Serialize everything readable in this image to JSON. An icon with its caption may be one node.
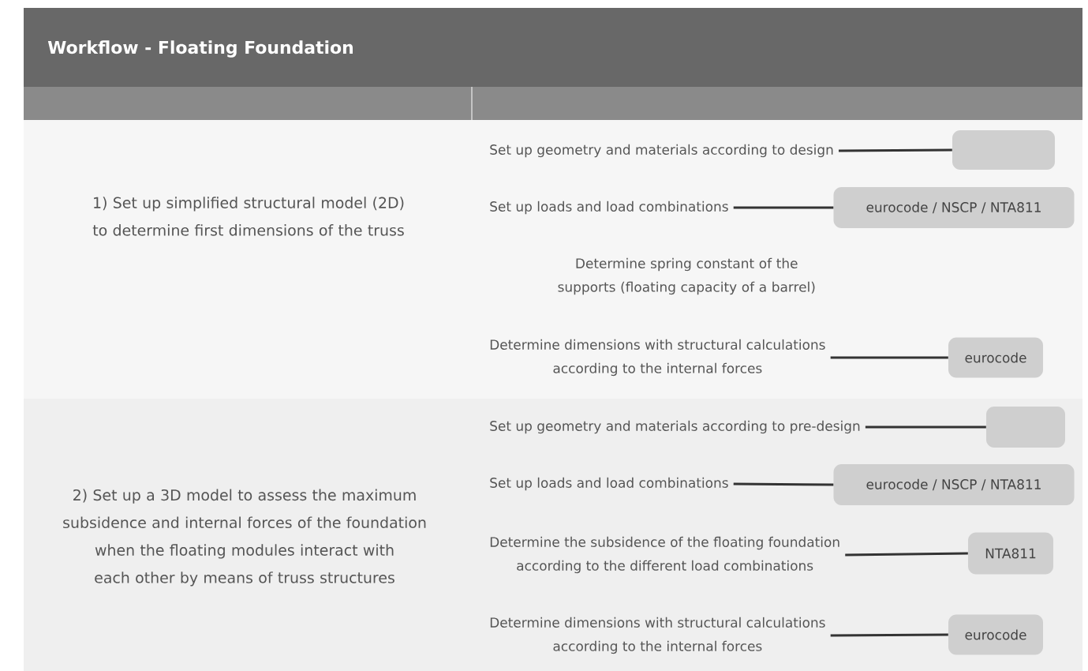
{
  "diagram": {
    "title": "Workflow - Floating Foundation",
    "nodes": [
      {
        "text": [
          "1) Set up simplified structural model (2D) to determine first dimensions of the truss"
        ]
      },
      {
        "text": [
          "Set up geometry and materials according to design"
        ],
        "in": 0
      },
      {
        "text": [],
        "shape": "box",
        "in": 0
      },
      {
        "text": [
          "Set up loads and load combinations"
        ],
        "in": 0
      },
      {
        "text": [
          "eurocode / NSCP / NTA811"
        ],
        "in": 0
      },
      {
        "text": [
          "Determine dimensions  with structural calculations according to the internal forces"
        ],
        "in": 0
      },
      {
        "text": [
          "eurocode"
        ],
        "in": 0
      },
      {
        "text": [
          "2) Set up a 3D model to assess the maximum subsidence and internal forces of the foundation when the floating modules interact with each other by means of truss structures"
        ]
      },
      {
        "text": [
          "Set up geometry and materials according to pre-design"
        ],
        "in": 7
      },
      {
        "text": [],
        "shape": "box",
        "in": 7
      },
      {
        "text": [
          "Set up loads and load combinations"
        ],
        "in": 7
      },
      {
        "text": [
          "eurocode / NSCP / NTA811"
        ],
        "in": 7
      },
      {
        "text": [
          "Determine the subsidence of the floating foundation according to the different load combinations"
        ],
        "in": 7
      },
      {
        "text": [
          "NTA811"
        ],
        "in": 7
      },
      {
        "text": [
          "Determine dimensions  with structural calculations according to the internal forces"
        ],
        "in": 7
      },
      {
        "text": [
          "eurocode"
        ],
        "in": 7
      }
    ],
    "edges": [
      {
        "from": 1,
        "to": 2,
        "arrow": "none"
      },
      {
        "from": 3,
        "to": 4,
        "arrow": "none"
      },
      {
        "from": 5,
        "to": 6,
        "arrow": "none"
      },
      {
        "from": 8,
        "to": 9,
        "arrow": "none"
      },
      {
        "from": 10,
        "to": 11,
        "arrow": "none"
      },
      {
        "from": 12,
        "to": 13,
        "arrow": "none"
      },
      {
        "from": 14,
        "to": 15,
        "arrow": "none"
      }
    ],
    "labels": [
      "Determine spring constant of the supports (floating capacity of a barrel)"
    ]
  }
}
